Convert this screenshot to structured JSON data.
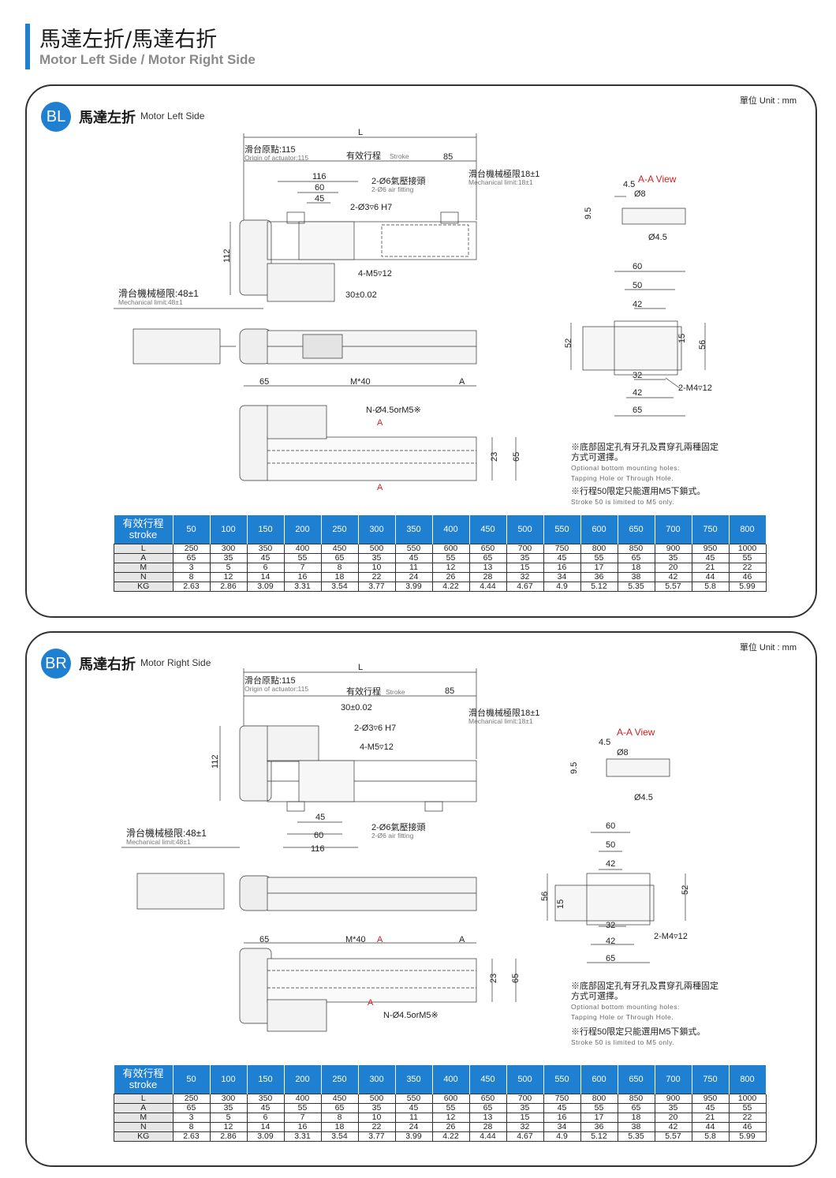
{
  "page": {
    "title_zh": "馬達左折/馬達右折",
    "title_en": "Motor Left Side / Motor Right Side"
  },
  "colors": {
    "accent": "#1f7fd1",
    "red_label": "#cc2222"
  },
  "units": "單位 Unit : mm",
  "table": {
    "header_zh": "有效行程",
    "header_en": "stroke",
    "strokes": [
      "50",
      "100",
      "150",
      "200",
      "250",
      "300",
      "350",
      "400",
      "450",
      "500",
      "550",
      "600",
      "650",
      "700",
      "750",
      "800"
    ],
    "rows": [
      {
        "label": "L",
        "values": [
          "250",
          "300",
          "350",
          "400",
          "450",
          "500",
          "550",
          "600",
          "650",
          "700",
          "750",
          "800",
          "850",
          "900",
          "950",
          "1000"
        ]
      },
      {
        "label": "A",
        "values": [
          "65",
          "35",
          "45",
          "55",
          "65",
          "35",
          "45",
          "55",
          "65",
          "35",
          "45",
          "55",
          "65",
          "35",
          "45",
          "55"
        ]
      },
      {
        "label": "M",
        "values": [
          "3",
          "5",
          "6",
          "7",
          "8",
          "10",
          "11",
          "12",
          "13",
          "15",
          "16",
          "17",
          "18",
          "20",
          "21",
          "22"
        ]
      },
      {
        "label": "N",
        "values": [
          "8",
          "12",
          "14",
          "16",
          "18",
          "22",
          "24",
          "26",
          "28",
          "32",
          "34",
          "36",
          "38",
          "42",
          "44",
          "46"
        ]
      },
      {
        "label": "KG",
        "values": [
          "2.63",
          "2.86",
          "3.09",
          "3.31",
          "3.54",
          "3.77",
          "3.99",
          "4.22",
          "4.44",
          "4.67",
          "4.9",
          "5.12",
          "5.35",
          "5.57",
          "5.8",
          "5.99"
        ]
      }
    ]
  },
  "labels": {
    "L": "L",
    "A": "A",
    "A_marker": "A",
    "origin_zh": "滑台原點:115",
    "origin_en": "Origin of actuator:115",
    "stroke_zh": "有效行程",
    "stroke_en": "Stroke",
    "d85": "85",
    "d116": "116",
    "d60": "60",
    "d45": "45",
    "d112": "112",
    "fitting_zh": "2-Ø6氣壓接頭",
    "fitting_en": "2-Ø6 air fitting",
    "pin": "2-Ø3▿6 H7",
    "m5": "4-M5▿12",
    "d30": "30±0.02",
    "mech18_zh": "滑台機械極限18±1",
    "mech18_en": "Mechanical limit:18±1",
    "mech48_zh": "滑台機械極限:48±1",
    "mech48_en": "Mechanical limit:48±1",
    "aa_view": "A-A View",
    "d4_5": "4.5",
    "d_phi8": "Ø8",
    "d9_5": "9.5",
    "d_phi4_5": "Ø4.5",
    "d50": "50",
    "d42": "42",
    "d52": "52",
    "d15": "15",
    "d56": "56",
    "d32": "32",
    "d65": "65",
    "d23": "23",
    "m4": "2-M4▿12",
    "d65b": "65",
    "m40": "M*40",
    "nhole": "N-Ø4.5orM5※",
    "note1_zh": "※底部固定孔有牙孔及貫穿孔兩種固定方式可選擇。",
    "note1_en_1": "Optional bottom mounting holes:",
    "note1_en_2": "Tapping Hole or Through Hole.",
    "note2_zh": "※行程50限定只能選用M5下鎖式。",
    "note2_en": "Stroke 50 is limited to M5 only."
  },
  "sections": [
    {
      "badge": "BL",
      "title_zh": "馬達左折",
      "title_en": "Motor Left Side"
    },
    {
      "badge": "BR",
      "title_zh": "馬達右折",
      "title_en": "Motor Right Side"
    }
  ]
}
